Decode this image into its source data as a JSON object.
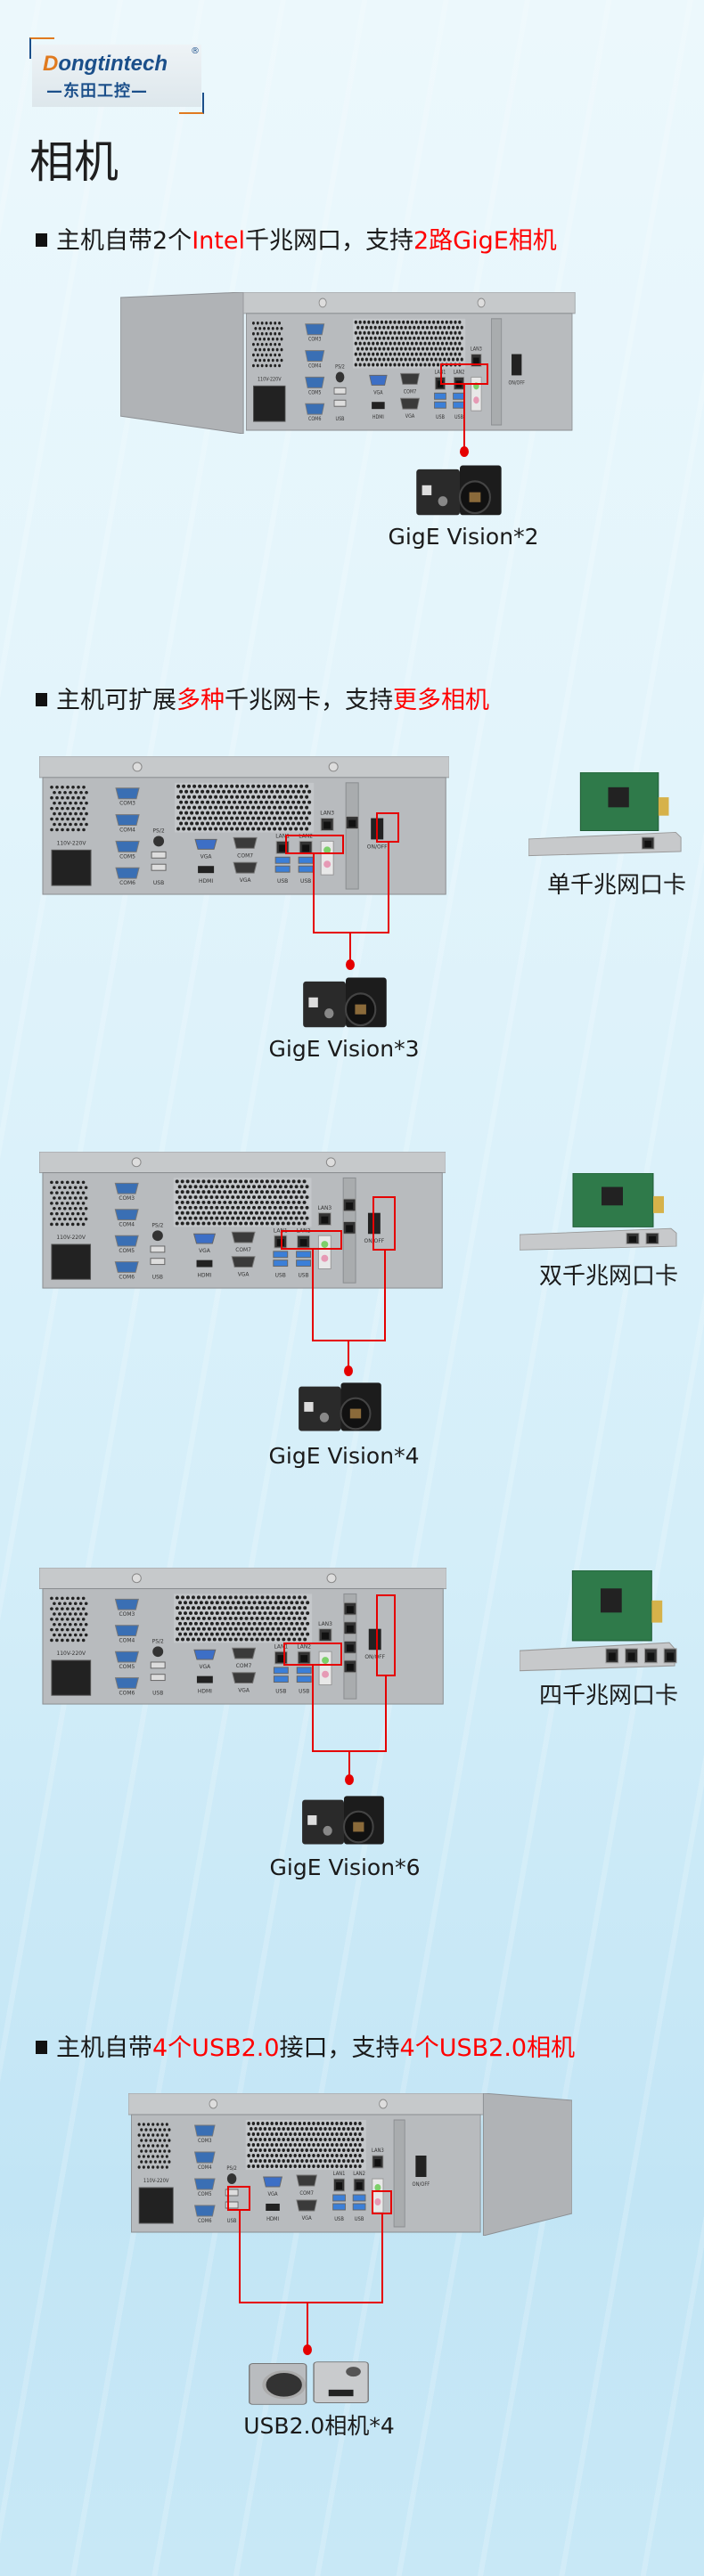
{
  "brand": {
    "logo_initial": "D",
    "logo_text_rest": "ongtintech",
    "registered": "®",
    "logo_cn": "—东田工控—"
  },
  "page_title": "相机",
  "sections": [
    {
      "heading": [
        {
          "text": "主机自带2个",
          "highlight": false
        },
        {
          "text": "Intel",
          "highlight": true
        },
        {
          "text": "千兆网口，支持",
          "highlight": false
        },
        {
          "text": "2路GigE相机",
          "highlight": true
        }
      ],
      "camera_caption": "GigE Vision*2"
    },
    {
      "heading": [
        {
          "text": "主机可扩展",
          "highlight": false
        },
        {
          "text": "多种",
          "highlight": true
        },
        {
          "text": "千兆网卡，支持",
          "highlight": false
        },
        {
          "text": "更多相机",
          "highlight": true
        }
      ],
      "card_label": "单千兆网口卡",
      "camera_caption": "GigE Vision*3"
    },
    {
      "card_label": "双千兆网口卡",
      "camera_caption": "GigE Vision*4"
    },
    {
      "card_label": "四千兆网口卡",
      "camera_caption": "GigE Vision*6"
    },
    {
      "heading": [
        {
          "text": "主机自带",
          "highlight": false
        },
        {
          "text": "4个USB2.0",
          "highlight": true
        },
        {
          "text": "接口，支持",
          "highlight": false
        },
        {
          "text": "4个USB2.0相机",
          "highlight": true
        }
      ],
      "camera_caption": "USB2.0相机*4"
    }
  ],
  "pc_port_labels": {
    "power": "110V-220V",
    "com3": "COM3",
    "com4": "COM4",
    "com5": "COM5",
    "com6": "COM6",
    "ps2": "PS/2",
    "usb": "USB",
    "hdmi": "HDMI",
    "vga": "VGA",
    "com7": "COM7",
    "lan1": "LAN1",
    "lan2": "LAN2",
    "lan3": "LAN3",
    "switch": "ON/OFF"
  },
  "colors": {
    "highlight": "#ff0000",
    "connector_line": "#e50000",
    "logo_blue": "#1b4f8a",
    "logo_orange": "#e07a1f"
  }
}
